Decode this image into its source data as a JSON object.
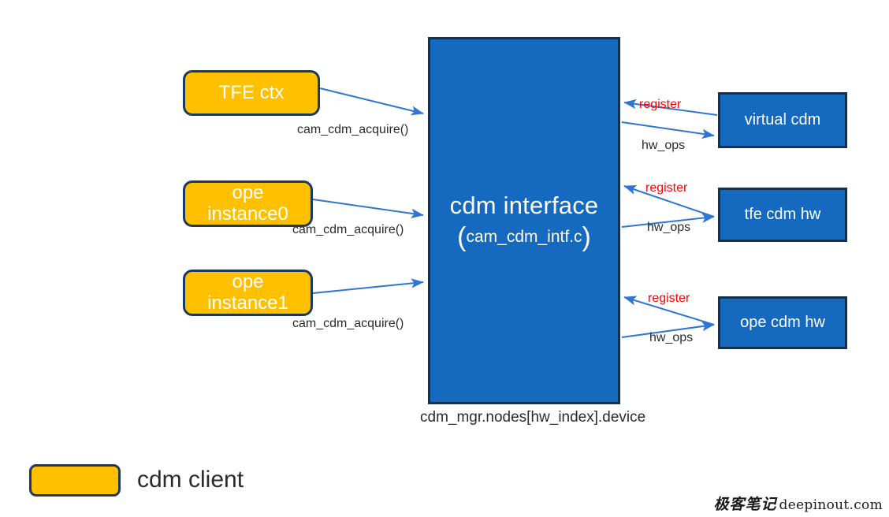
{
  "diagram": {
    "title": "cdm interface architecture",
    "colors": {
      "client_fill": "#ffc000",
      "client_border": "#1b3a5c",
      "hw_fill": "#1569bf",
      "hw_border": "#13314f",
      "arrow": "#2e75d4",
      "register_label": "#ff0000",
      "text_dark": "#2b2b2b",
      "background": "#ffffff"
    },
    "clients": [
      {
        "id": "tfe-ctx",
        "label": "TFE ctx",
        "lines": [
          "TFE ctx"
        ],
        "edge_label": "cam_cdm_acquire()"
      },
      {
        "id": "ope-instance0",
        "label": "ope instance0",
        "lines": [
          "ope",
          "instance0"
        ],
        "edge_label": "cam_cdm_acquire()"
      },
      {
        "id": "ope-instance1",
        "label": "ope instance1",
        "lines": [
          "ope",
          "instance1"
        ],
        "edge_label": "cam_cdm_acquire()"
      }
    ],
    "interface": {
      "title": "cdm interface",
      "paren_open": "(",
      "subtitle": "cam_cdm_intf.c",
      "paren_close": ")",
      "caption": "cdm_mgr.nodes[hw_index].device"
    },
    "hardware": [
      {
        "id": "virtual-cdm",
        "label": "virtual cdm",
        "register_label": "register",
        "hw_ops_label": "hw_ops"
      },
      {
        "id": "tfe-cdm-hw",
        "label": "tfe cdm hw",
        "register_label": "register",
        "hw_ops_label": "hw_ops"
      },
      {
        "id": "ope-cdm-hw",
        "label": "ope cdm hw",
        "register_label": "register",
        "hw_ops_label": "hw_ops"
      }
    ],
    "legend": {
      "swatch_color": "#ffc000",
      "label": "cdm client"
    },
    "watermark": {
      "cn": "极客笔记",
      "en": "deepinout.com"
    }
  }
}
